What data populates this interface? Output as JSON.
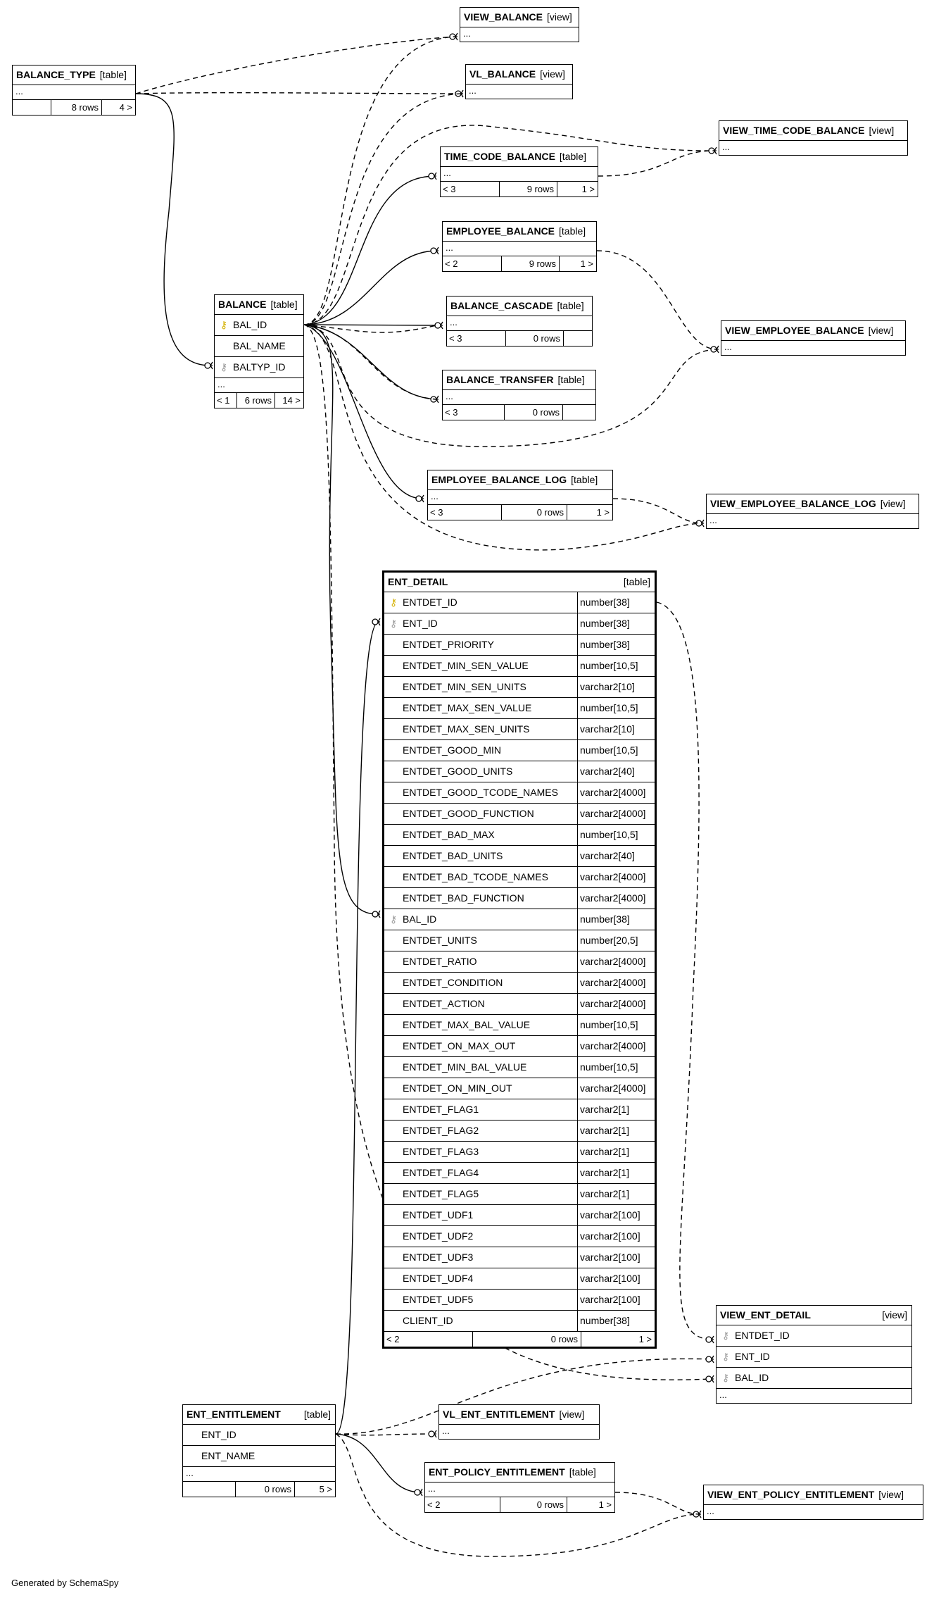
{
  "footer": "Generated by SchemaSpy",
  "tables": {
    "view_balance": {
      "name": "VIEW_BALANCE",
      "type": "[view]",
      "placeholder": "..."
    },
    "vl_balance": {
      "name": "VL_BALANCE",
      "type": "[view]",
      "placeholder": "..."
    },
    "balance_type": {
      "name": "BALANCE_TYPE",
      "type": "[table]",
      "placeholder": "...",
      "parents": "",
      "rows": "8 rows",
      "children": "4 >"
    },
    "view_time_code_balance": {
      "name": "VIEW_TIME_CODE_BALANCE",
      "type": "[view]",
      "placeholder": "..."
    },
    "time_code_balance": {
      "name": "TIME_CODE_BALANCE",
      "type": "[table]",
      "placeholder": "...",
      "parents": "< 3",
      "rows": "9 rows",
      "children": "1 >"
    },
    "employee_balance": {
      "name": "EMPLOYEE_BALANCE",
      "type": "[table]",
      "placeholder": "...",
      "parents": "< 2",
      "rows": "9 rows",
      "children": "1 >"
    },
    "balance": {
      "name": "BALANCE",
      "type": "[table]",
      "columns": [
        "BAL_ID",
        "BAL_NAME",
        "BALTYP_ID"
      ],
      "placeholder": "...",
      "parents": "< 1",
      "rows": "6 rows",
      "children": "14 >"
    },
    "balance_cascade": {
      "name": "BALANCE_CASCADE",
      "type": "[table]",
      "placeholder": "...",
      "parents": "< 3",
      "rows": "0 rows",
      "children": ""
    },
    "view_employee_balance": {
      "name": "VIEW_EMPLOYEE_BALANCE",
      "type": "[view]",
      "placeholder": "..."
    },
    "balance_transfer": {
      "name": "BALANCE_TRANSFER",
      "type": "[table]",
      "placeholder": "...",
      "parents": "< 3",
      "rows": "0 rows",
      "children": ""
    },
    "employee_balance_log": {
      "name": "EMPLOYEE_BALANCE_LOG",
      "type": "[table]",
      "placeholder": "...",
      "parents": "< 3",
      "rows": "0 rows",
      "children": "1 >"
    },
    "view_employee_balance_log": {
      "name": "VIEW_EMPLOYEE_BALANCE_LOG",
      "type": "[view]",
      "placeholder": "..."
    },
    "ent_detail": {
      "name": "ENT_DETAIL",
      "type": "[table]",
      "columns": [
        {
          "name": "ENTDET_ID",
          "type": "number[38]",
          "key": "pk"
        },
        {
          "name": "ENT_ID",
          "type": "number[38]",
          "key": "fk"
        },
        {
          "name": "ENTDET_PRIORITY",
          "type": "number[38]",
          "key": ""
        },
        {
          "name": "ENTDET_MIN_SEN_VALUE",
          "type": "number[10,5]",
          "key": ""
        },
        {
          "name": "ENTDET_MIN_SEN_UNITS",
          "type": "varchar2[10]",
          "key": ""
        },
        {
          "name": "ENTDET_MAX_SEN_VALUE",
          "type": "number[10,5]",
          "key": ""
        },
        {
          "name": "ENTDET_MAX_SEN_UNITS",
          "type": "varchar2[10]",
          "key": ""
        },
        {
          "name": "ENTDET_GOOD_MIN",
          "type": "number[10,5]",
          "key": ""
        },
        {
          "name": "ENTDET_GOOD_UNITS",
          "type": "varchar2[40]",
          "key": ""
        },
        {
          "name": "ENTDET_GOOD_TCODE_NAMES",
          "type": "varchar2[4000]",
          "key": ""
        },
        {
          "name": "ENTDET_GOOD_FUNCTION",
          "type": "varchar2[4000]",
          "key": ""
        },
        {
          "name": "ENTDET_BAD_MAX",
          "type": "number[10,5]",
          "key": ""
        },
        {
          "name": "ENTDET_BAD_UNITS",
          "type": "varchar2[40]",
          "key": ""
        },
        {
          "name": "ENTDET_BAD_TCODE_NAMES",
          "type": "varchar2[4000]",
          "key": ""
        },
        {
          "name": "ENTDET_BAD_FUNCTION",
          "type": "varchar2[4000]",
          "key": ""
        },
        {
          "name": "BAL_ID",
          "type": "number[38]",
          "key": "fk"
        },
        {
          "name": "ENTDET_UNITS",
          "type": "number[20,5]",
          "key": ""
        },
        {
          "name": "ENTDET_RATIO",
          "type": "varchar2[4000]",
          "key": ""
        },
        {
          "name": "ENTDET_CONDITION",
          "type": "varchar2[4000]",
          "key": ""
        },
        {
          "name": "ENTDET_ACTION",
          "type": "varchar2[4000]",
          "key": ""
        },
        {
          "name": "ENTDET_MAX_BAL_VALUE",
          "type": "number[10,5]",
          "key": ""
        },
        {
          "name": "ENTDET_ON_MAX_OUT",
          "type": "varchar2[4000]",
          "key": ""
        },
        {
          "name": "ENTDET_MIN_BAL_VALUE",
          "type": "number[10,5]",
          "key": ""
        },
        {
          "name": "ENTDET_ON_MIN_OUT",
          "type": "varchar2[4000]",
          "key": ""
        },
        {
          "name": "ENTDET_FLAG1",
          "type": "varchar2[1]",
          "key": ""
        },
        {
          "name": "ENTDET_FLAG2",
          "type": "varchar2[1]",
          "key": ""
        },
        {
          "name": "ENTDET_FLAG3",
          "type": "varchar2[1]",
          "key": ""
        },
        {
          "name": "ENTDET_FLAG4",
          "type": "varchar2[1]",
          "key": ""
        },
        {
          "name": "ENTDET_FLAG5",
          "type": "varchar2[1]",
          "key": ""
        },
        {
          "name": "ENTDET_UDF1",
          "type": "varchar2[100]",
          "key": ""
        },
        {
          "name": "ENTDET_UDF2",
          "type": "varchar2[100]",
          "key": ""
        },
        {
          "name": "ENTDET_UDF3",
          "type": "varchar2[100]",
          "key": ""
        },
        {
          "name": "ENTDET_UDF4",
          "type": "varchar2[100]",
          "key": ""
        },
        {
          "name": "ENTDET_UDF5",
          "type": "varchar2[100]",
          "key": ""
        },
        {
          "name": "CLIENT_ID",
          "type": "number[38]",
          "key": ""
        }
      ],
      "parents": "< 2",
      "rows": "0 rows",
      "children": "1 >"
    },
    "view_ent_detail": {
      "name": "VIEW_ENT_DETAIL",
      "type": "[view]",
      "columns": [
        "ENTDET_ID",
        "ENT_ID",
        "BAL_ID"
      ],
      "placeholder": "..."
    },
    "ent_entitlement": {
      "name": "ENT_ENTITLEMENT",
      "type": "[table]",
      "columns": [
        "ENT_ID",
        "ENT_NAME"
      ],
      "placeholder": "...",
      "parents": "",
      "rows": "0 rows",
      "children": "5 >"
    },
    "vl_ent_entitlement": {
      "name": "VL_ENT_ENTITLEMENT",
      "type": "[view]",
      "placeholder": "..."
    },
    "ent_policy_entitlement": {
      "name": "ENT_POLICY_ENTITLEMENT",
      "type": "[table]",
      "placeholder": "...",
      "parents": "< 2",
      "rows": "0 rows",
      "children": "1 >"
    },
    "view_ent_policy_entitlement": {
      "name": "VIEW_ENT_POLICY_ENTITLEMENT",
      "type": "[view]",
      "placeholder": "..."
    }
  },
  "colors": {
    "primary_key": "#d4b000",
    "foreign_key": "#999999",
    "line": "#000000"
  },
  "icons": {
    "primary_key": "key-icon",
    "foreign_key": "key-icon"
  }
}
